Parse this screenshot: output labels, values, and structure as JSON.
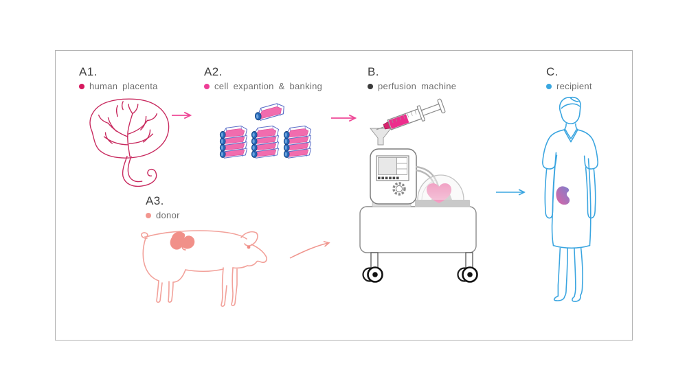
{
  "figure": {
    "background": "#ffffff",
    "frame_color": "#b3b3b3",
    "panels": [
      {
        "id": "A1",
        "label": "A1.",
        "caption": "human placenta",
        "bullet_color": "#d6185e",
        "illustration": "human-placenta-drawing"
      },
      {
        "id": "A2",
        "label": "A2.",
        "caption": "cell expantion & banking",
        "bullet_color": "#ee3d96",
        "illustration": "cell-culture-flasks-drawing"
      },
      {
        "id": "B",
        "label": "B.",
        "caption": "perfusion machine",
        "bullet_color": "#3a3a3a",
        "illustration": "perfusion-machine-drawing"
      },
      {
        "id": "C",
        "label": "C.",
        "caption": "recipient",
        "bullet_color": "#39a7e0",
        "illustration": "recipient-person-drawing"
      },
      {
        "id": "A3",
        "label": "A3.",
        "caption": "donor",
        "bullet_color": "#f2968f",
        "illustration": "pig-drawing"
      }
    ],
    "arrows": [
      {
        "from": "A1",
        "to": "A2",
        "color": "#ee4796",
        "style": "straight"
      },
      {
        "from": "A2",
        "to": "B",
        "color": "#ee4796",
        "style": "straight"
      },
      {
        "from": "A3",
        "to": "B",
        "color": "#f0958e",
        "style": "curved"
      },
      {
        "from": "B",
        "to": "C",
        "color": "#3aa5e0",
        "style": "straight"
      }
    ],
    "palette": {
      "placenta_line": "#c8295e",
      "flask_outline": "#5b6fc8",
      "flask_media": "#f16cae",
      "flask_cap": "#2668b8",
      "syringe_liquid": "#ec2d8c",
      "machine_line": "#8a8a8a",
      "organ_pink": "#ee5f9e",
      "recipient_kidney_gradient": [
        "#7d7fcd",
        "#dd64a4"
      ],
      "person_line": "#3aa5e0",
      "pig_line": "#f2a19a",
      "pig_kidney_fill": "#f19089"
    }
  }
}
